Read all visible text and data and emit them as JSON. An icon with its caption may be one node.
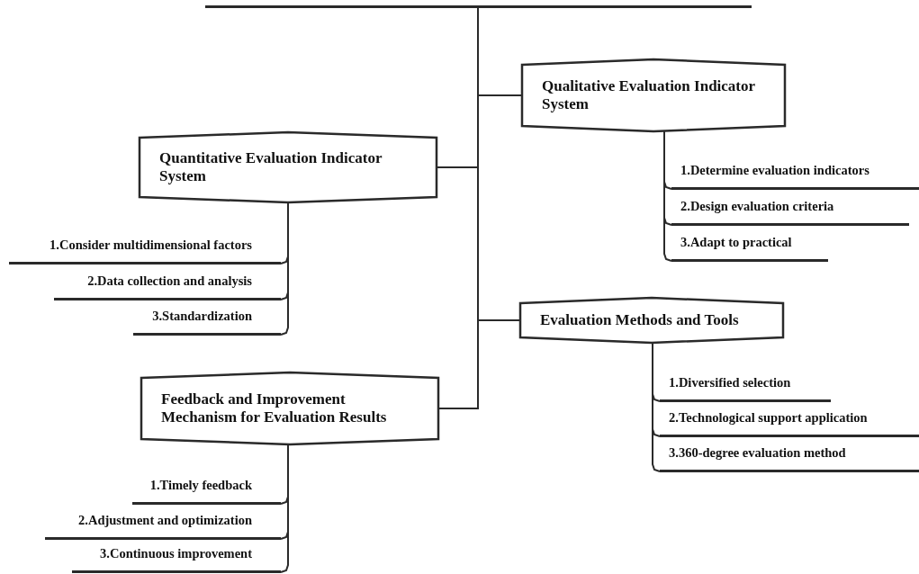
{
  "diagram": {
    "nodes": [
      {
        "text": [],
        "shape": "bar"
      },
      {
        "text": [
          "Qualitative Evaluation Indicator System"
        ]
      },
      {
        "text": [
          "1.Determine evaluation indicators"
        ]
      },
      {
        "text": [
          "2.Design evaluation criteria"
        ]
      },
      {
        "text": [
          "3.Adapt to practical"
        ]
      },
      {
        "text": [
          "Quantitative Evaluation Indicator System"
        ]
      },
      {
        "text": [
          "1.Consider multidimensional factors"
        ]
      },
      {
        "text": [
          "2.Data collection and analysis"
        ]
      },
      {
        "text": [
          "3.Standardization"
        ]
      },
      {
        "text": [
          "Evaluation Methods and Tools"
        ]
      },
      {
        "text": [
          "1.Diversified selection"
        ]
      },
      {
        "text": [
          "2.Technological support application"
        ]
      },
      {
        "text": [
          "3.360-degree evaluation method"
        ]
      },
      {
        "text": [
          "Feedback and Improvement Mechanism for Evaluation Results"
        ]
      },
      {
        "text": [
          "1.Timely feedback"
        ]
      },
      {
        "text": [
          "2.Adjustment and optimization"
        ]
      },
      {
        "text": [
          "3.Continuous improvement"
        ]
      }
    ],
    "edges": [
      {
        "from": 0,
        "to": 1,
        "arrow": "none"
      },
      {
        "from": 0,
        "to": 5,
        "arrow": "none"
      },
      {
        "from": 0,
        "to": 9,
        "arrow": "none"
      },
      {
        "from": 0,
        "to": 13,
        "arrow": "none"
      },
      {
        "from": 1,
        "to": 2,
        "arrow": "none"
      },
      {
        "from": 1,
        "to": 3,
        "arrow": "none"
      },
      {
        "from": 1,
        "to": 4,
        "arrow": "none"
      },
      {
        "from": 5,
        "to": 6,
        "arrow": "none"
      },
      {
        "from": 5,
        "to": 7,
        "arrow": "none"
      },
      {
        "from": 5,
        "to": 8,
        "arrow": "none"
      },
      {
        "from": 9,
        "to": 10,
        "arrow": "none"
      },
      {
        "from": 9,
        "to": 11,
        "arrow": "none"
      },
      {
        "from": 9,
        "to": 12,
        "arrow": "none"
      },
      {
        "from": 13,
        "to": 14,
        "arrow": "none"
      },
      {
        "from": 13,
        "to": 15,
        "arrow": "none"
      },
      {
        "from": 13,
        "to": 16,
        "arrow": "none"
      }
    ]
  }
}
